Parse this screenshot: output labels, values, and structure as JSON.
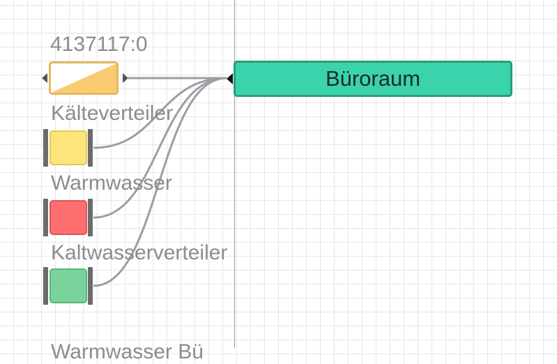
{
  "canvas": {
    "background": "#ffffff",
    "grid_color": "#e6e6e6",
    "divider_color": "#9a9a9a"
  },
  "nodes": {
    "range": {
      "id_label": "4137117:0",
      "fill_color": "#fbcb72",
      "border_color": "#e2b862"
    },
    "sources": [
      {
        "label": "Kälteverteiler",
        "color": "#fde47c",
        "border_color": "#e8c94f"
      },
      {
        "label": "Warmwasser",
        "color": "#ff6e6e",
        "border_color": "#e05454"
      },
      {
        "label": "Kaltwasserverteiler",
        "color": "#7bd39c",
        "border_color": "#59b67b"
      }
    ],
    "partial_label": "Warmwasser Bü",
    "target": {
      "label": "Büroraum",
      "color": "#3ad3ab",
      "border_color": "#2a9e78"
    }
  },
  "wire_color": "#9b9ea3"
}
